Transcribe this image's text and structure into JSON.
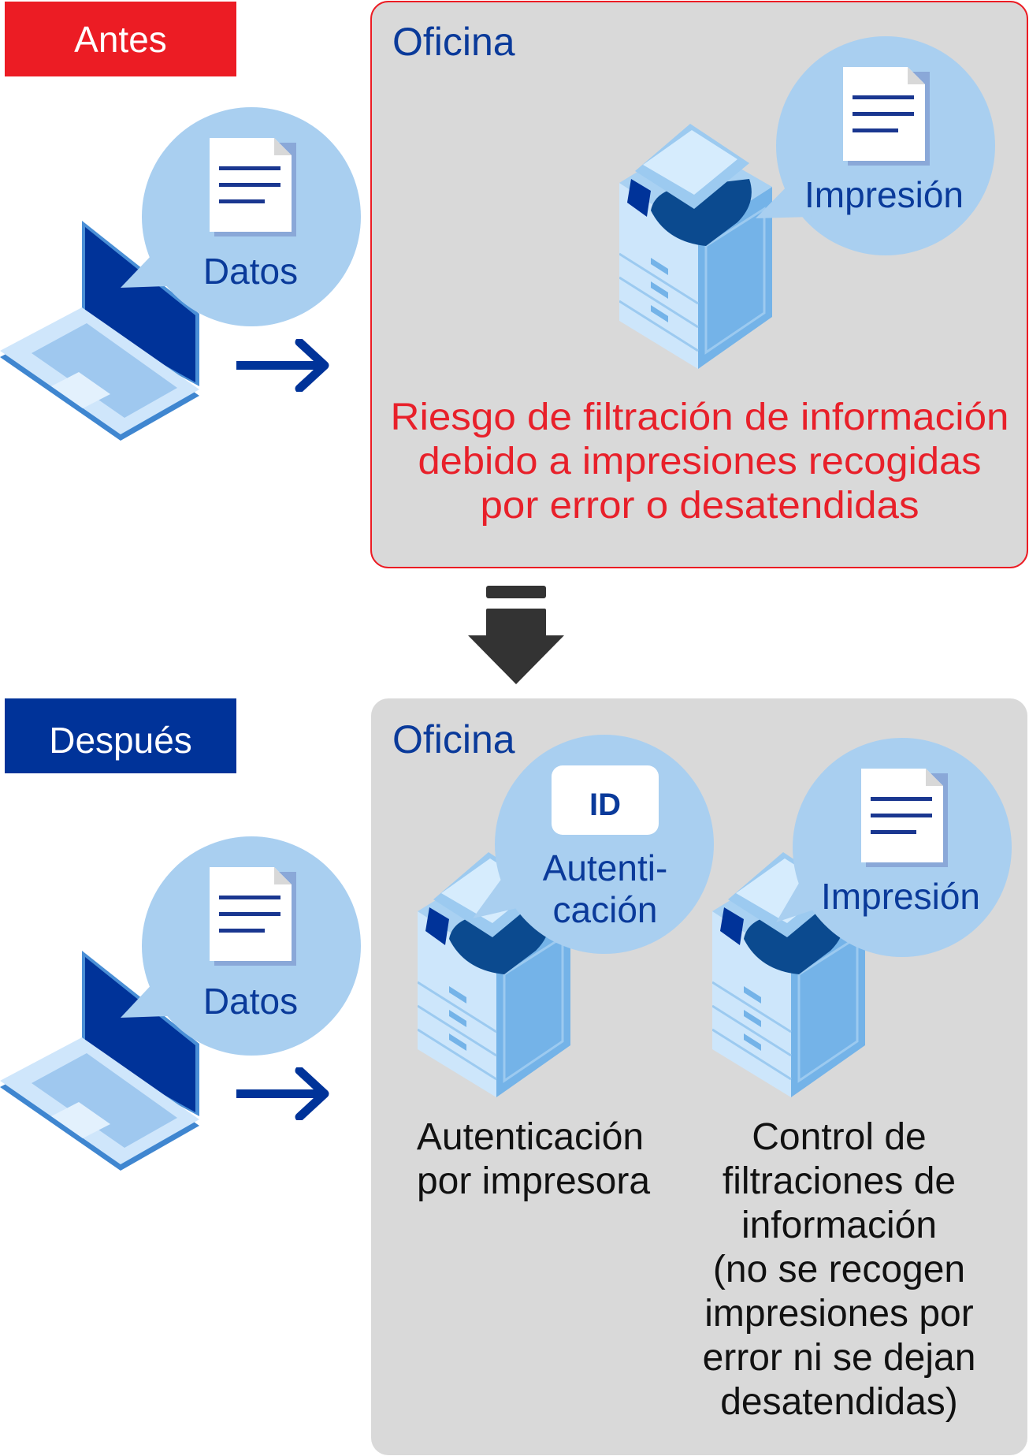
{
  "before": {
    "label": "Antes",
    "office_title": "Oficina",
    "data_bubble": "Datos",
    "print_bubble": "Impresión",
    "risk_lines": [
      "Riesgo de filtración de información",
      "debido a impresiones recogidas",
      "por error o desatendidas"
    ]
  },
  "after": {
    "label": "Después",
    "office_title": "Oficina",
    "data_bubble": "Datos",
    "auth_badge": "ID",
    "auth_bubble_lines": [
      "Autenti-",
      "cación"
    ],
    "print_bubble": "Impresión",
    "auth_caption_lines": [
      "Autenticación",
      "por impresora"
    ],
    "control_caption_lines": [
      "Control de",
      "filtraciones de",
      "información",
      "(no se recogen",
      "impresiones por",
      "error ni se dejan",
      "desatendidas)"
    ]
  },
  "colors": {
    "before_accent": "#ec1c24",
    "after_accent": "#003399",
    "office_bg": "#d9d9d9",
    "bubble": "#a9cff0",
    "navy": "#0a3a9a"
  }
}
